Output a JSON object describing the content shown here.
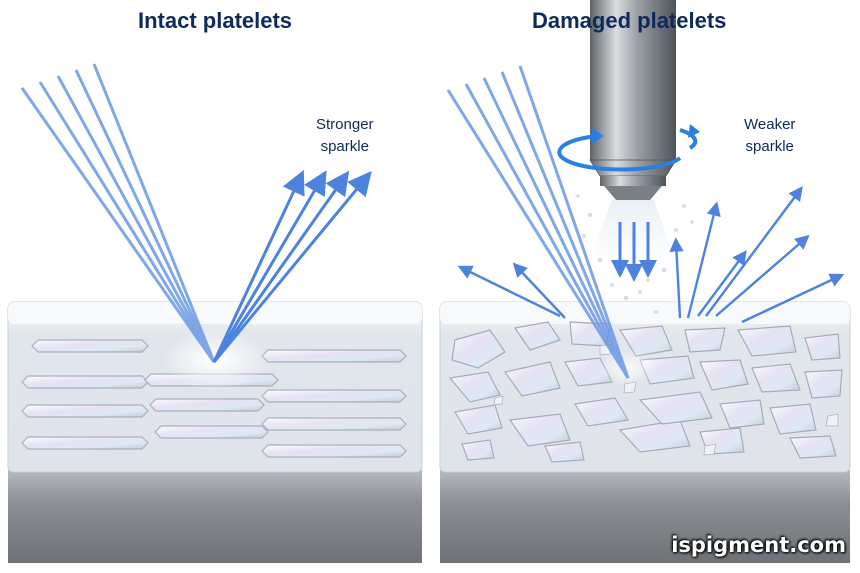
{
  "left_panel": {
    "title": "Intact platelets",
    "label_line1": "Stronger",
    "label_line2": "sparkle"
  },
  "right_panel": {
    "title": "Damaged platelets",
    "label_line1": "Weaker",
    "label_line2": "sparkle"
  },
  "watermark": "ispigment.com",
  "colors": {
    "title_text": "#0e2a5c",
    "light_ray": "#5b8fe0",
    "rotation_arrow": "#2a7fe0",
    "substrate": "#8e9296",
    "coating": "#e3e8ee"
  },
  "icons": {
    "rotation": "rotation-arrow-icon",
    "nozzle": "nozzle-icon"
  }
}
